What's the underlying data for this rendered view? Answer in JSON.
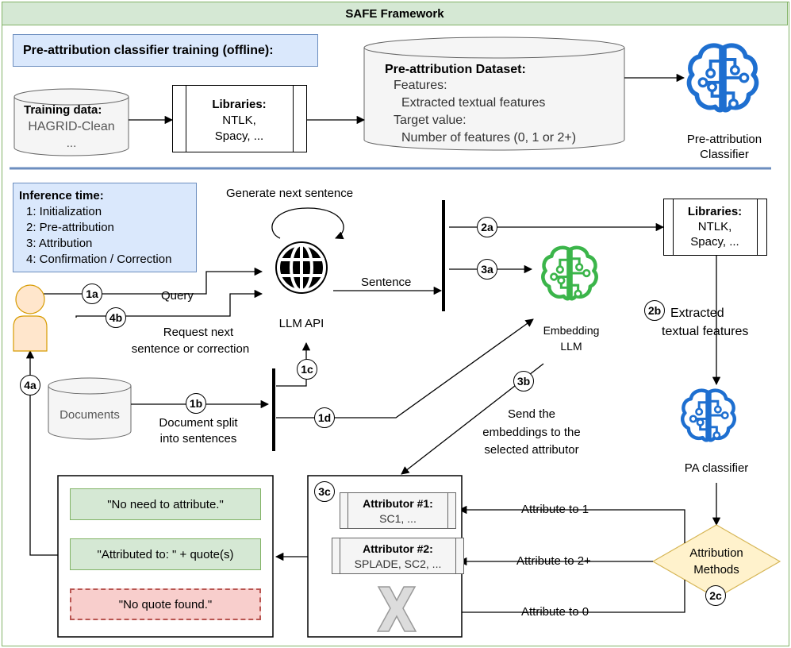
{
  "title": "SAFE Framework",
  "offline": {
    "heading": "Pre-attribution classifier training (offline):",
    "training_data": {
      "title": "Training data:",
      "line1": "HAGRID-Clean",
      "line2": "..."
    },
    "libraries": {
      "title": "Libraries:",
      "line1": "NTLK,",
      "line2": "Spacy, ..."
    },
    "dataset": {
      "title": "Pre-attribution Dataset:",
      "line1": "Features:",
      "line2": "Extracted textual features",
      "line3": "Target value:",
      "line4": "Number of features (0, 1 or 2+)"
    },
    "classifier": {
      "line1": "Pre-attribution",
      "line2": "Classifier"
    }
  },
  "inference": {
    "legend": {
      "title": "Inference time:",
      "items": [
        "1: Initialization",
        "2: Pre-attribution",
        "3: Attribution",
        "4: Confirmation / Correction"
      ]
    },
    "generate_label": "Generate next sentence",
    "llm_api": "LLM API",
    "query": "Query",
    "request_line1": "Request next",
    "request_line2": "sentence or correction",
    "sentence": "Sentence",
    "documents": "Documents",
    "split_line1": "Document split",
    "split_line2": "into sentences",
    "embedding_line1": "Embedding",
    "embedding_line2": "LLM",
    "send_line1": "Send the",
    "send_line2": "embeddings to the",
    "send_line3": "selected attributor",
    "libraries": {
      "title": "Libraries:",
      "line1": "NTLK,",
      "line2": "Spacy, ..."
    },
    "extracted_line1": "Extracted",
    "extracted_line2": "textual features",
    "pa_classifier": "PA classifier",
    "methods_line1": "Attribution",
    "methods_line2": "Methods",
    "attr_to_1": "Attribute to 1",
    "attr_to_2": "Attribute to 2+",
    "attr_to_0": "Attribute to 0",
    "attributor1": {
      "title": "Attributor #1:",
      "sub": "SC1, ..."
    },
    "attributor2": {
      "title": "Attributor #2:",
      "sub": "SPLADE, SC2, ..."
    },
    "responses": [
      "\"No need to attribute.\"",
      "\"Attributed to: \" + quote(s)",
      "\"No quote found.\""
    ]
  },
  "badges": {
    "b1a": "1a",
    "b1b": "1b",
    "b1c": "1c",
    "b1d": "1d",
    "b2a": "2a",
    "b2b": "2b",
    "b2c": "2c",
    "b3a": "3a",
    "b3b": "3b",
    "b3c": "3c",
    "b4a": "4a",
    "b4b": "4b"
  },
  "colors": {
    "frame_green": "#82b366",
    "title_fill": "#d5e8d4",
    "blue_fill": "#dae8fc",
    "brain_blue": "#1e6fd0",
    "brain_green": "#3bb54a",
    "diamond_fill": "#fff2cc",
    "person_fill": "#ffe6cc",
    "resp_green": "#82b366",
    "resp_red": "#b85450"
  },
  "icons": [
    "globe-icon",
    "brain-icon",
    "person-icon",
    "cross-icon"
  ]
}
